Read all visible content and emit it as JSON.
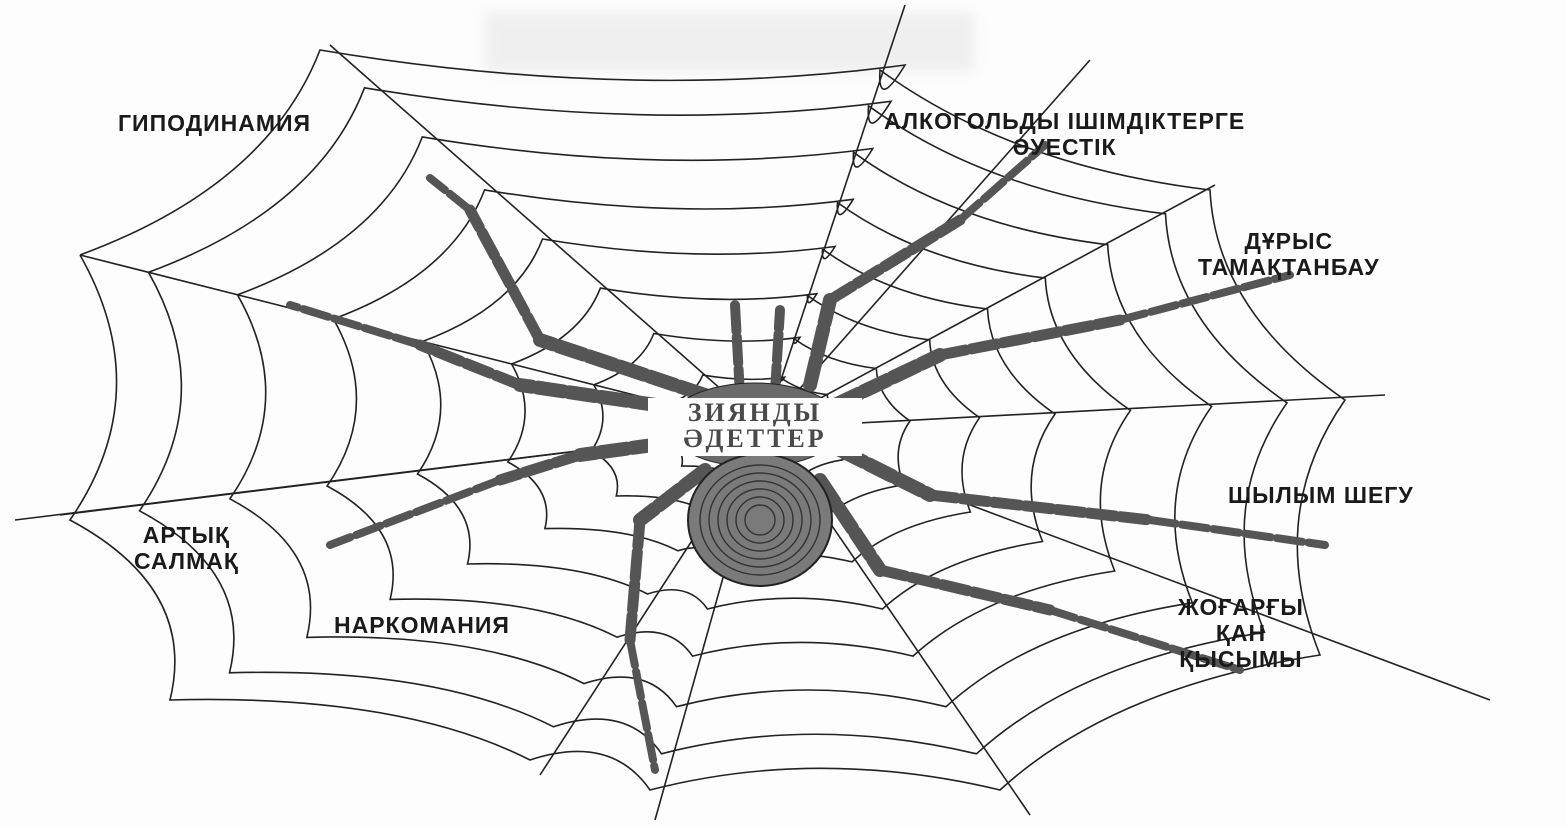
{
  "center": {
    "line1": "ЗИЯНДЫ",
    "line2": "ӘДЕТТЕР"
  },
  "habits": {
    "hypodynamia": "ГИПОДИНАМИЯ",
    "alcohol": [
      "АЛКОГОЛЬДЫ ІШІМДІКТЕРГЕ",
      "ӘУЕСТІК"
    ],
    "diet": [
      "ДҰРЫС",
      "ТАМАҚТАНБАУ"
    ],
    "smoking": "ШЫЛЫМ ШЕГУ",
    "pressure": [
      "ЖОҒАРҒЫ",
      "ҚАН",
      "ҚЫСЫМЫ"
    ],
    "drugs": "НАРКОМАНИЯ",
    "weight": [
      "АРТЫҚ",
      "САЛМАҚ"
    ]
  },
  "colors": {
    "ink": "#1a1a1a",
    "spider": "#555555",
    "background": "#fdfdfd"
  }
}
